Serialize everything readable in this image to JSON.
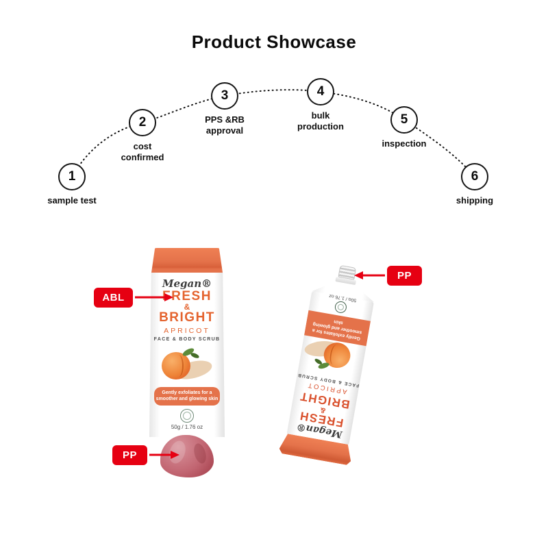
{
  "page": {
    "title": "Product Showcase"
  },
  "process": {
    "steps": [
      {
        "num": "1",
        "label": "sample test"
      },
      {
        "num": "2",
        "label": "cost confirmed"
      },
      {
        "num": "3",
        "label": "PPS &RB approval"
      },
      {
        "num": "4",
        "label": "bulk production"
      },
      {
        "num": "5",
        "label": "inspection"
      },
      {
        "num": "6",
        "label": "shipping"
      }
    ]
  },
  "product": {
    "brand": "Megan®",
    "name_line1": "FRESH",
    "name_amp": "&",
    "name_line2": "BRIGHT",
    "variant": "APRICOT",
    "type": "FACE & BODY SCRUB",
    "claim_line1": "Gently exfoliates for a",
    "claim_line2": "smoother and glowing skin",
    "size": "50g / 1.76 oz"
  },
  "callouts": {
    "body_material": "ABL",
    "nozzle_material": "PP",
    "cap_material": "PP"
  },
  "colors": {
    "accent_red": "#e60012",
    "brand_orange": "#e4724a",
    "title_orange": "#e4632e",
    "cap_pink": "#c26672"
  }
}
